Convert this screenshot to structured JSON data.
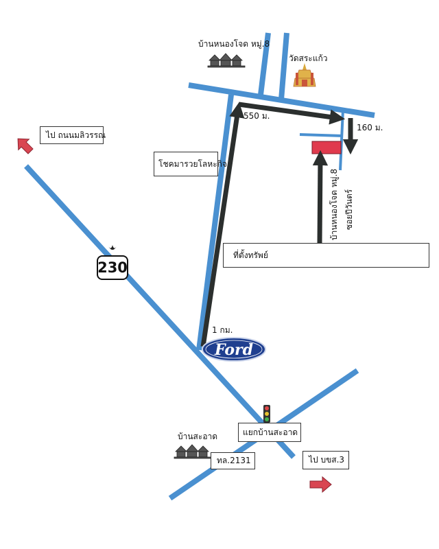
{
  "map": {
    "labels": {
      "village_top": "บ้านหนองโจด หมู่.8",
      "temple": "วัดสระแก้ว",
      "dist_550": "550 ม.",
      "dist_160": "160 ม.",
      "to_nonmonlit": "ไป ถนนมลิวรรณ",
      "chokmaruay": "โชคมารวยโลหะกิจ",
      "village_vertical": "บ้านหนองโจด หมู่.8",
      "soi": "ซอยปีวันตร์",
      "property": "ที่ตั้งทรัพย์",
      "route_number": "230",
      "dist_1km": "1 กม.",
      "ford_logo": "Ford",
      "junction": "แยกบ้านสะอาด",
      "village_saard": "บ้านสะอาด",
      "road_2131": "ทล.2131",
      "to_bks3": "ไป บขส.3"
    },
    "colors": {
      "road": "#4a90d0",
      "route_arrow": "#2b2f2e",
      "direction_arrow": "#d94652",
      "property": "#e03a4d",
      "ford_blue": "#1f3f8f"
    },
    "icons": [
      "village-icon",
      "temple-icon",
      "traffic-light-icon",
      "route-shield-icon",
      "ford-logo-icon"
    ]
  }
}
